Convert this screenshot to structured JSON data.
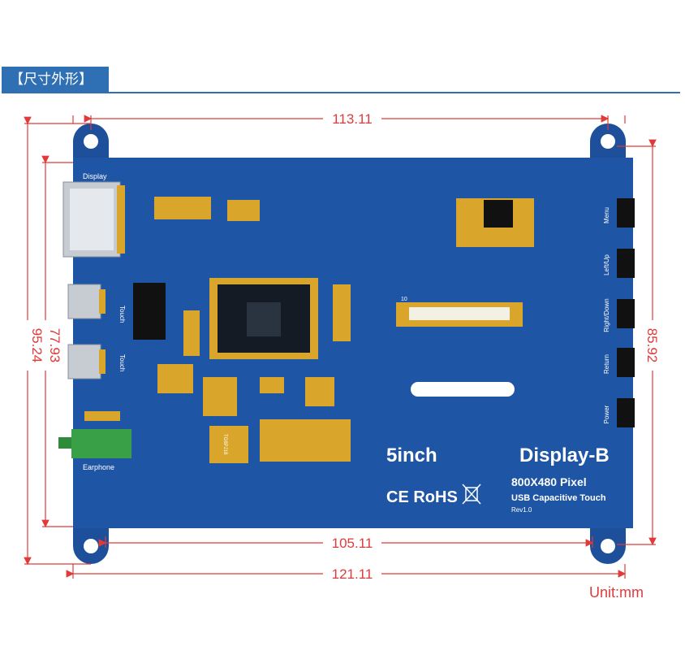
{
  "header": {
    "title": "【尺寸外形】"
  },
  "dimensions": {
    "top_width": "113.11",
    "inner_width": "105.11",
    "overall_width": "121.11",
    "left_inner_height": "77.93",
    "left_overall_height": "95.24",
    "right_height": "85.92"
  },
  "unit_label": "Unit:mm",
  "board": {
    "product_name": "5inch",
    "model": "Display-B",
    "resolution": "800X480 Pixel",
    "touch_type": "USB Capacitive Touch",
    "revision": "Rev1.0",
    "certifications": "CE RoHS",
    "port_display": "Display",
    "port_touch_1": "Touch",
    "port_touch_2": "Touch",
    "port_earphone": "Earphone",
    "fpc_pin": "10",
    "ic_marking": "TG8PJ18",
    "buttons": [
      "Menu",
      "Left/Up",
      "Right/Down",
      "Return",
      "Power"
    ]
  },
  "colors": {
    "board_blue": "#1d4f9a",
    "dimension_red": "#e03a3a",
    "header_blue": "#2f6fb3",
    "gold": "#d9a52a"
  }
}
